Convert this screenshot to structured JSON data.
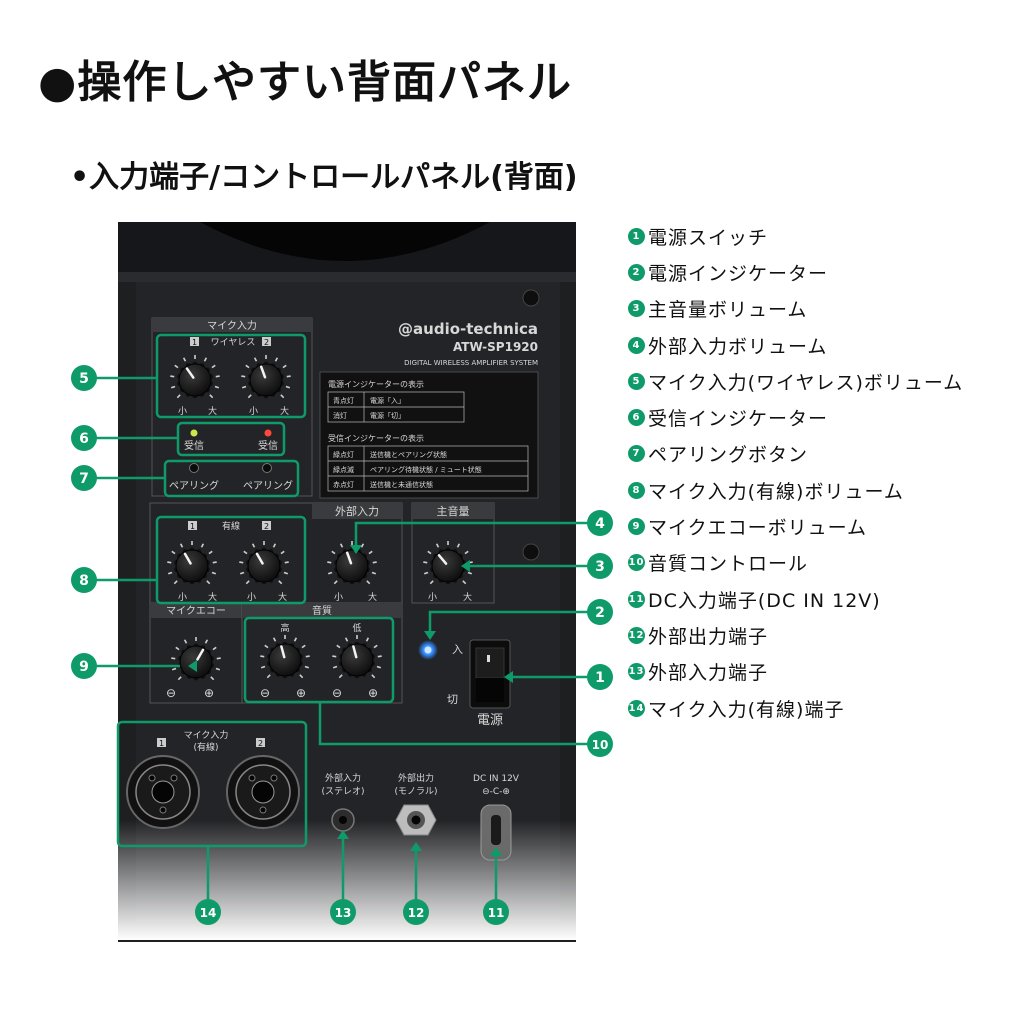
{
  "heading": "●操作しやすい背面パネル",
  "subheading": "•入力端子/コントロールパネル(背面)",
  "legend": [
    {
      "num": "1",
      "label": "電源スイッチ"
    },
    {
      "num": "2",
      "label": "電源インジケーター"
    },
    {
      "num": "3",
      "label": "主音量ボリューム"
    },
    {
      "num": "4",
      "label": "外部入力ボリューム"
    },
    {
      "num": "5",
      "label": "マイク入力(ワイヤレス)ボリューム"
    },
    {
      "num": "6",
      "label": "受信インジケーター"
    },
    {
      "num": "7",
      "label": "ペアリングボタン"
    },
    {
      "num": "8",
      "label": "マイク入力(有線)ボリューム"
    },
    {
      "num": "9",
      "label": "マイクエコーボリューム"
    },
    {
      "num": "10",
      "label": "音質コントロール"
    },
    {
      "num": "11",
      "label": "DC入力端子(DC IN 12V)"
    },
    {
      "num": "12",
      "label": "外部出力端子"
    },
    {
      "num": "13",
      "label": "外部入力端子"
    },
    {
      "num": "14",
      "label": "マイク入力(有線)端子"
    }
  ],
  "callouts": {
    "c1": "1",
    "c2": "2",
    "c3": "3",
    "c4": "4",
    "c5": "5",
    "c6": "6",
    "c7": "7",
    "c8": "8",
    "c9": "9",
    "c10": "10",
    "c11": "11",
    "c12": "12",
    "c13": "13",
    "c14": "14"
  },
  "panel": {
    "brand": "@audio-technica",
    "model": "ATW-SP1920",
    "model_sub": "DIGITAL WIRELESS AMPLIFIER SYSTEM",
    "mic_input_label": "マイク入力",
    "wireless_label": "ワイヤレス",
    "wired_label": "有線",
    "ch1": "1",
    "ch2": "2",
    "small": "小",
    "large": "大",
    "receive": "受信",
    "pairing": "ペアリング",
    "ext_input": "外部入力",
    "master_volume": "主音量",
    "mic_echo": "マイクエコー",
    "tone": "音質",
    "high": "高",
    "low": "低",
    "minus": "⊖",
    "plus": "⊕",
    "power_on": "入",
    "power_off": "切",
    "power": "電源",
    "power_table_title": "電源インジケーターの表示",
    "power_rows": [
      {
        "state": "青点灯",
        "meaning": "電源「入」"
      },
      {
        "state": "消灯",
        "meaning": "電源「切」"
      }
    ],
    "receive_table_title": "受信インジケーターの表示",
    "receive_rows": [
      {
        "state": "緑点灯",
        "meaning": "送信機とペアリング状態"
      },
      {
        "state": "緑点滅",
        "meaning": "ペアリング待機状態 / ミュート状態"
      },
      {
        "state": "赤点灯",
        "meaning": "送信機と未通信状態"
      }
    ],
    "wired_jack_label": "マイク入力",
    "wired_jack_sub": "(有線)",
    "ext_in_jack": "外部入力",
    "ext_in_jack_sub": "(ステレオ)",
    "ext_out_jack": "外部出力",
    "ext_out_jack_sub": "(モノラル)",
    "dc_label": "DC IN 12V",
    "dc_symbol": "⊖-C-⊕"
  },
  "colors": {
    "callout": "#0f9a6a",
    "panel": "#1e1f21",
    "led_green": "#c8e84a",
    "led_red": "#ff4a3a",
    "led_blue": "#2f8cff"
  }
}
